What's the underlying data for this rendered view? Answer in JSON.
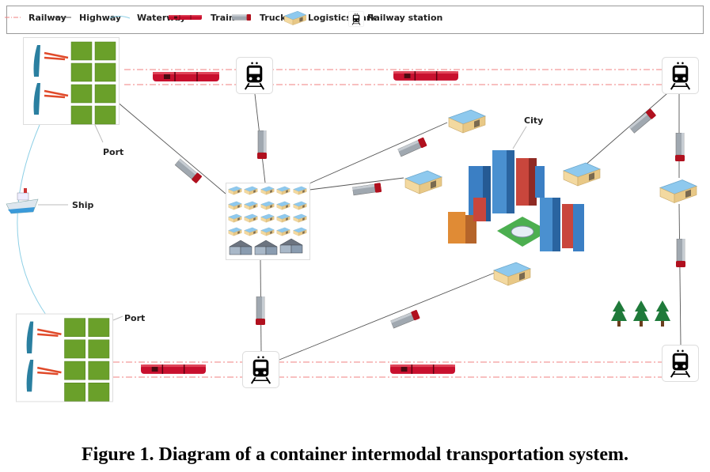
{
  "legend": {
    "railway": "Railway",
    "highway": "Highway",
    "waterway": "Waterway",
    "train": "Train",
    "truck": "Truck",
    "logistics_park": "Logistics Park",
    "railway_station": "Railway station"
  },
  "labels": {
    "port_top": "Port",
    "port_bottom": "Port",
    "ship": "Ship",
    "city": "City"
  },
  "caption": "Figure 1. Diagram of a container intermodal transportation system.",
  "colors": {
    "railway": "#f08080",
    "highway": "#555555",
    "waterway": "#8fd0e6",
    "train": "#c8102e",
    "truck_body": "#a0a8b0",
    "park_roof": "#8ec9ee",
    "park_wall": "#f3d9a0",
    "container_yard": "#6aa02a"
  }
}
